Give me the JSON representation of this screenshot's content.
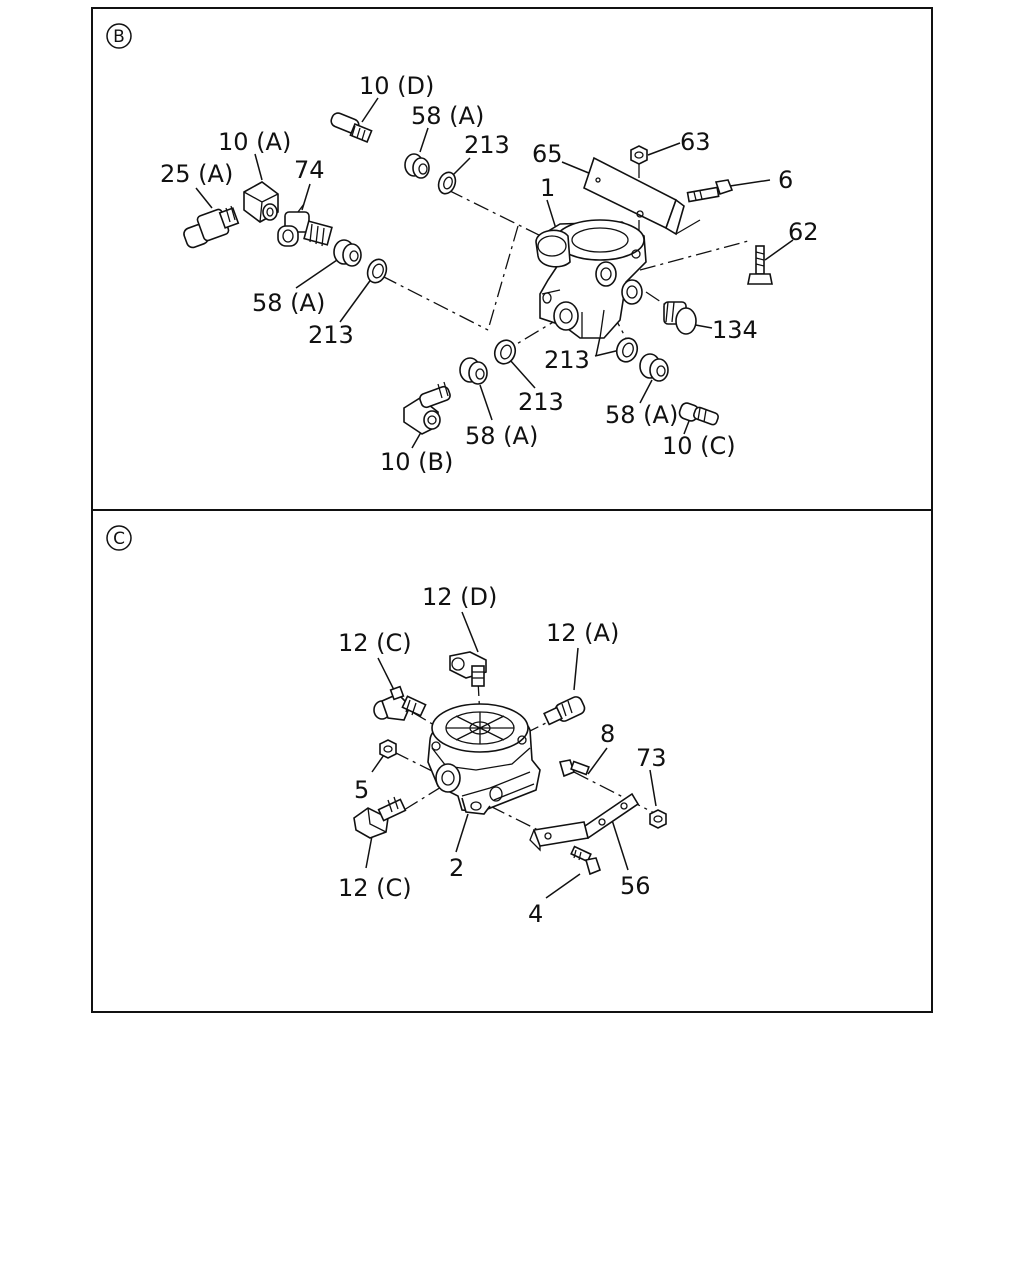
{
  "panels": {
    "b": {
      "marker": "B",
      "labels": {
        "p10d": "10 (D)",
        "p58a_top": "58 (A)",
        "p213_top": "213",
        "p10a": "10 (A)",
        "p25a": "25 (A)",
        "p74": "74",
        "p65": "65",
        "p63": "63",
        "p6": "6",
        "p1": "1",
        "p62": "62",
        "p58a_left": "58 (A)",
        "p213_left": "213",
        "p134": "134",
        "p213_right": "213",
        "p213_mid": "213",
        "p58a_right": "58 (A)",
        "p10c": "10 (C)",
        "p58a_bottom": "58 (A)",
        "p10b": "10 (B)"
      }
    },
    "c": {
      "marker": "C",
      "labels": {
        "p12d": "12 (D)",
        "p12c_top": "12 (C)",
        "p12a": "12 (A)",
        "p8": "8",
        "p73": "73",
        "p5": "5",
        "p2": "2",
        "p56": "56",
        "p12c_bottom": "12 (C)",
        "p4": "4"
      }
    }
  }
}
